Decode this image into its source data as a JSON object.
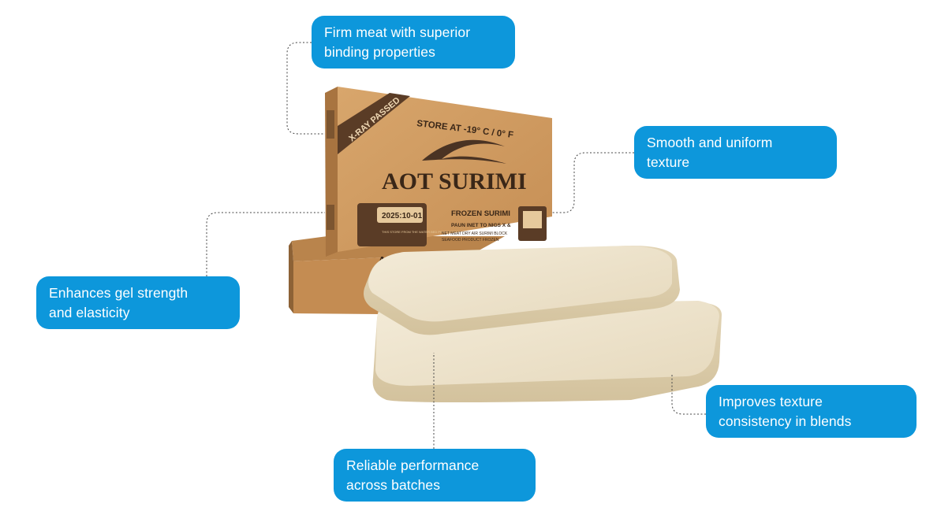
{
  "callouts": {
    "firm_meat": {
      "line1": "Firm meat with superior",
      "line2": "binding properties"
    },
    "smooth": {
      "line1": "Smooth and uniform",
      "line2": "texture"
    },
    "gel_strength": {
      "line1": "Enhances gel strength",
      "line2": "and elasticity"
    },
    "texture_consistency": {
      "line1": "Improves texture",
      "line2": "consistency in blends"
    },
    "reliable": {
      "line1": "Reliable performance",
      "line2": "across batches"
    }
  },
  "box": {
    "brand": "AOT SURIMI",
    "xray": "X-RAY PASSED",
    "storage": "STORE AT -19° C / 0° F",
    "date": "2025:10-01",
    "product": "FROZEN SURIMI",
    "small_line1": "PAUN INET TO NIGS X &",
    "small_line2": "NET MEAT DRY AIR SURIMI BLOCK",
    "small_line3": "SEAFOOD PRODUCT FROZEN",
    "label_note": "THIS STORE FROM THE WATER BED PRODUCTION"
  },
  "colors": {
    "callout": "#0d97db",
    "box": "#cf9a5e",
    "box_dark": "#4a3323",
    "surimi": "#ede3cc",
    "connector": "#444444"
  }
}
